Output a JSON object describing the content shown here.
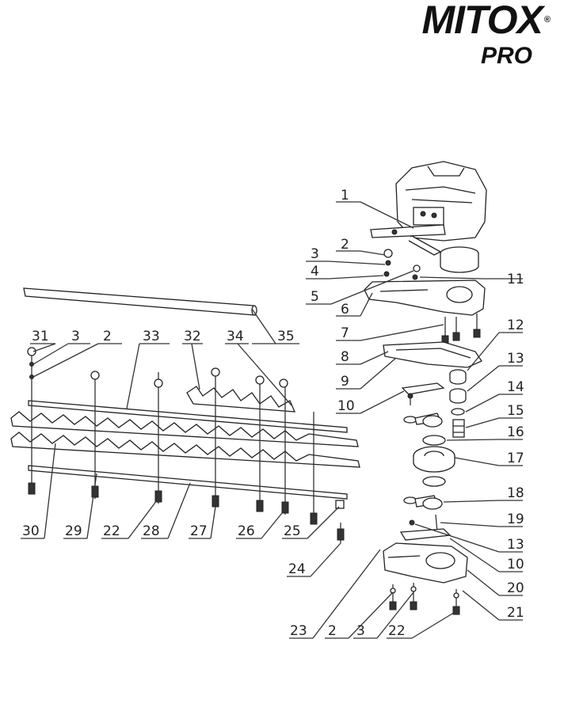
{
  "brand": {
    "name": "MITOX",
    "registered": "®",
    "line": "PRO"
  },
  "labels": {
    "p1": "1",
    "p2": "2",
    "p3": "3",
    "p4": "4",
    "p5": "5",
    "p6": "6",
    "p7": "7",
    "p8": "8",
    "p9": "9",
    "p10": "10",
    "p11": "11",
    "p12": "12",
    "p13": "13",
    "p14": "14",
    "p15": "15",
    "p16": "16",
    "p17": "17",
    "p18": "18",
    "p19": "19",
    "p20": "20",
    "p21": "21",
    "p22": "22",
    "p23": "23",
    "p24": "24",
    "p25": "25",
    "p26": "26",
    "p27": "27",
    "p28": "28",
    "p29": "29",
    "p30": "30",
    "p31": "31",
    "p32": "32",
    "p33": "33",
    "p34": "34",
    "p35": "35"
  }
}
